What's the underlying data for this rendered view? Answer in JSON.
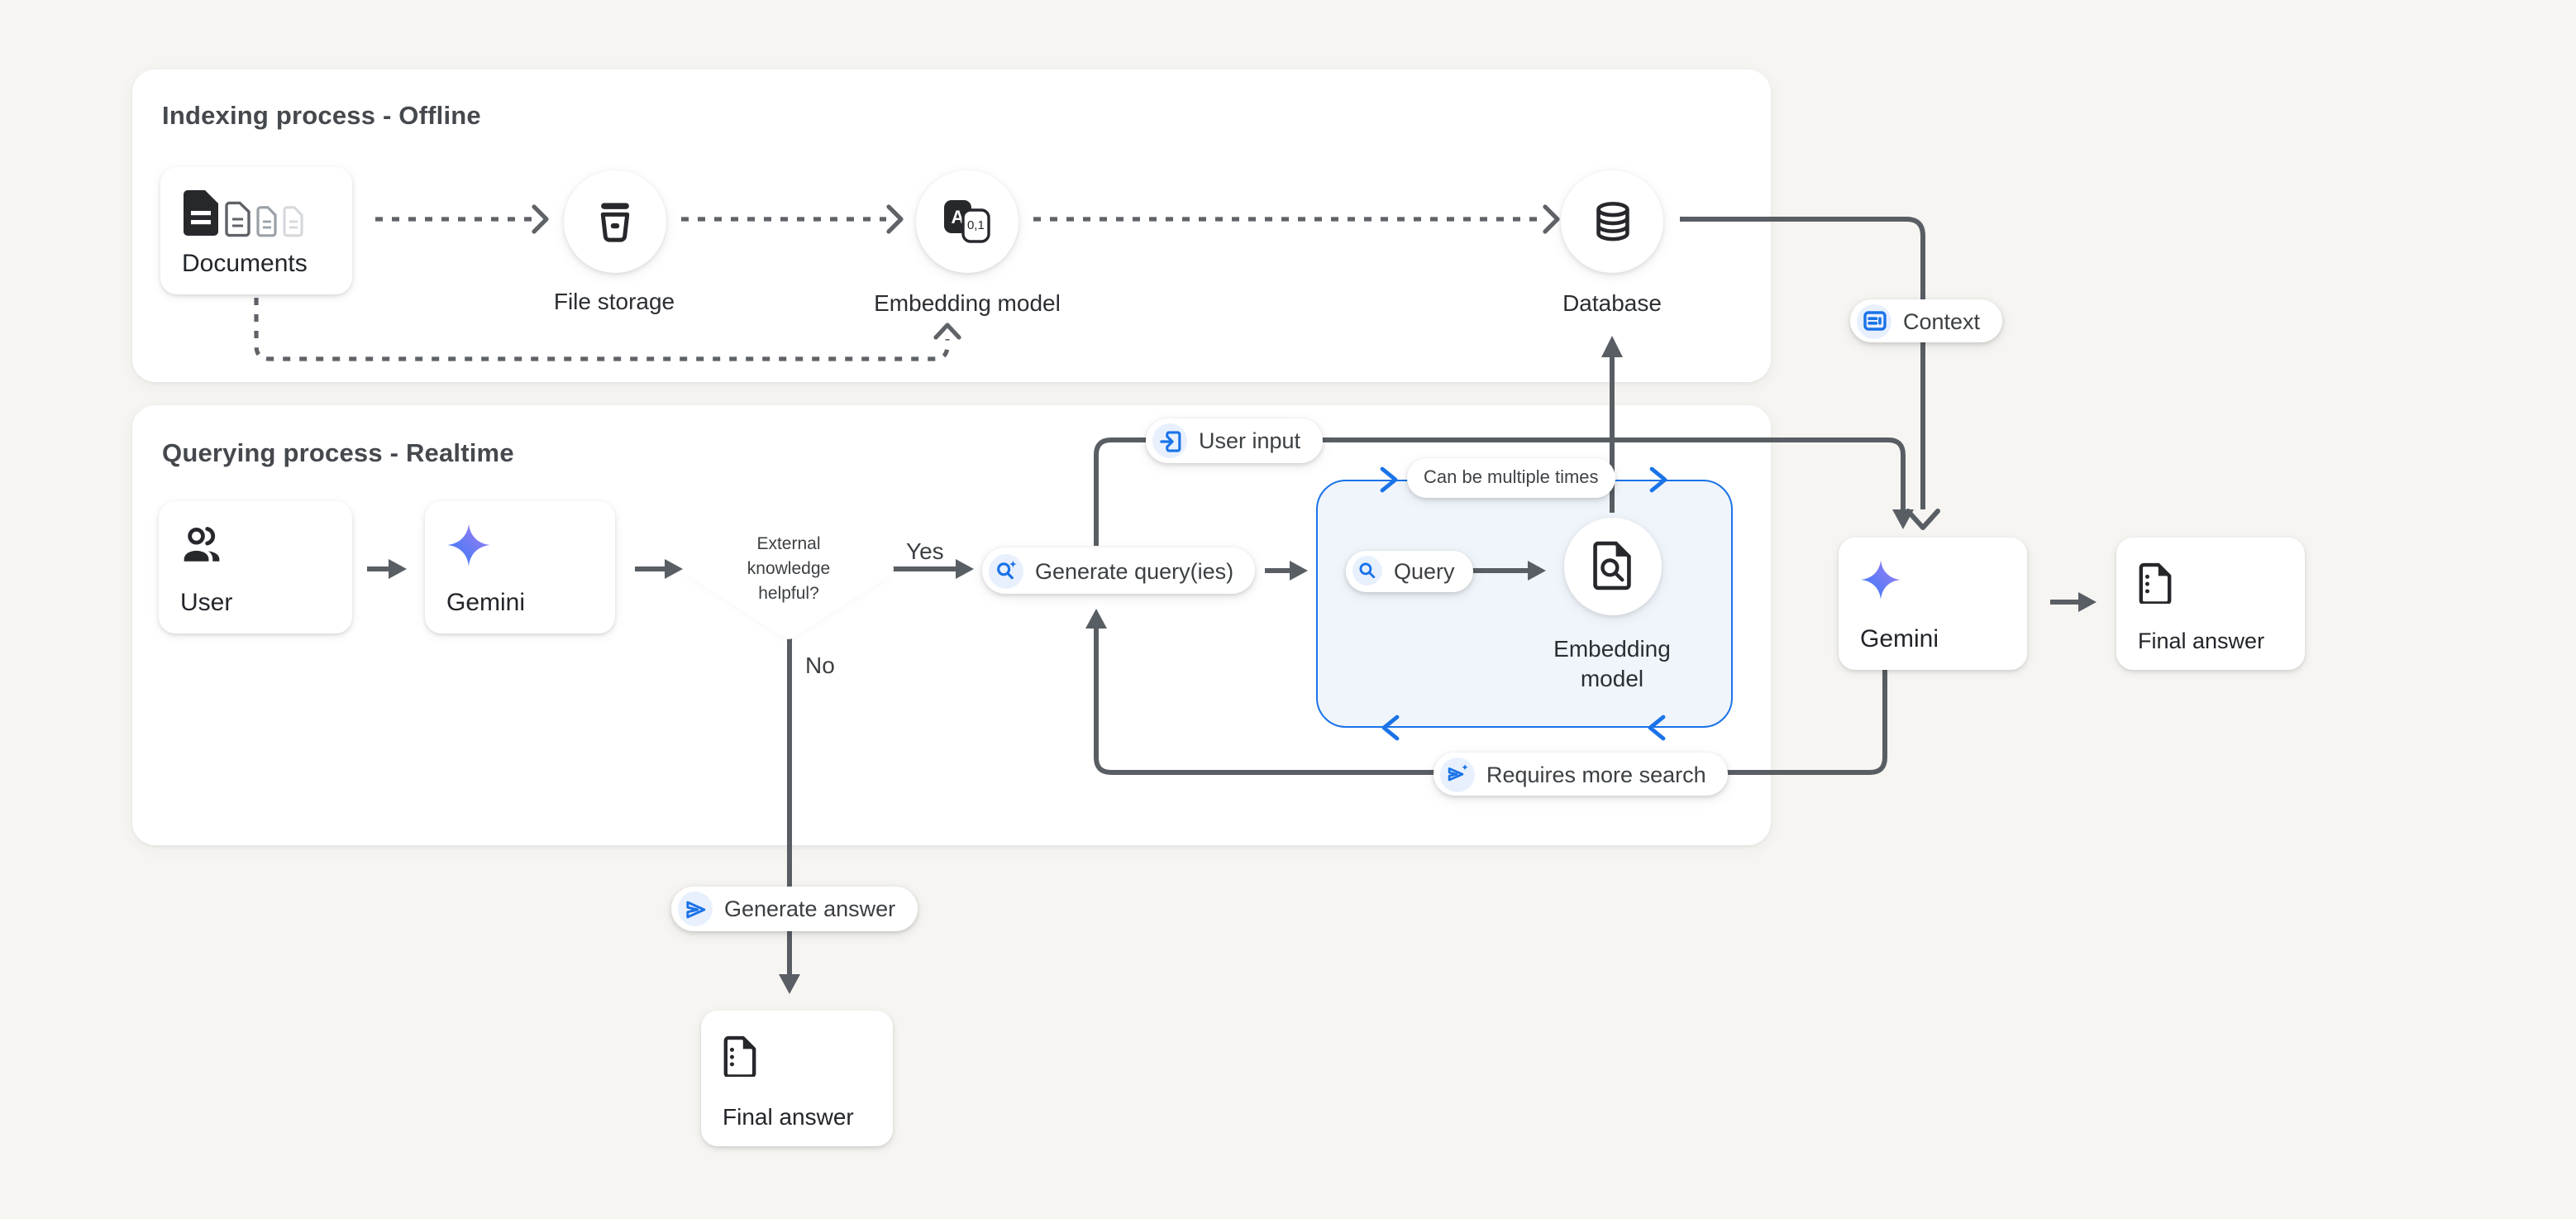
{
  "panels": {
    "indexing": {
      "title": "Indexing process - Offline"
    },
    "querying": {
      "title": "Querying process - Realtime"
    }
  },
  "nodes": {
    "documents": {
      "label": "Documents"
    },
    "file_storage": {
      "label": "File storage"
    },
    "embedding_offline": {
      "label": "Embedding model"
    },
    "database": {
      "label": "Database"
    },
    "user": {
      "label": "User"
    },
    "gemini": {
      "label": "Gemini"
    },
    "decision": {
      "lines": [
        "External",
        "knowledge",
        "helpful?"
      ]
    },
    "generate_queries": {
      "label": "Generate query(ies)"
    },
    "query": {
      "label": "Query"
    },
    "embedding_realtime": {
      "lines": [
        "Embedding",
        "model"
      ]
    },
    "gemini_answer": {
      "label": "Gemini"
    },
    "final_answer_right": {
      "label": "Final answer"
    },
    "final_answer_bottom": {
      "label": "Final answer"
    }
  },
  "badges": {
    "context": {
      "label": "Context"
    },
    "user_input": {
      "label": "User input"
    },
    "can_multiple_times": {
      "label": "Can be multiple times"
    },
    "requires_more_search": {
      "label": "Requires more search"
    },
    "generate_answer": {
      "label": "Generate answer"
    }
  },
  "edge_labels": {
    "yes": "Yes",
    "no": "No"
  },
  "icon_text": {
    "translate_a": "A",
    "translate_numbers": "0,1"
  },
  "colors": {
    "bg": "#f6f5f2",
    "panel_bg": "#ffffff",
    "line": "#595e64",
    "line_dashed": "#5f6368",
    "accent_blue": "#1a73e8",
    "loop_fill": "#f0f5fb",
    "chip_bg": "#e8f0fe",
    "text": "#3c4043",
    "title": "#45494e",
    "icon_dark": "#26282c",
    "gemini_gradient": [
      "#3079f8",
      "#a77ef2"
    ]
  }
}
